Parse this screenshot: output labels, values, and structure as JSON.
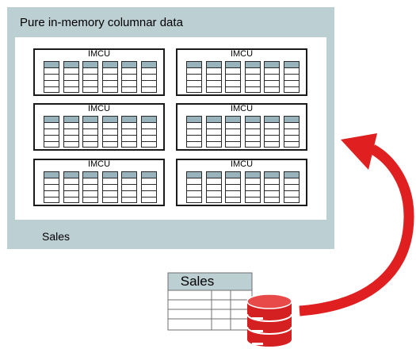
{
  "panel": {
    "title": "Pure in-memory columnar data",
    "footer_label": "Sales"
  },
  "imcus": [
    {
      "label": "IMCU"
    },
    {
      "label": "IMCU"
    },
    {
      "label": "IMCU"
    },
    {
      "label": "IMCU"
    },
    {
      "label": "IMCU"
    },
    {
      "label": "IMCU"
    }
  ],
  "source_table": {
    "title": "Sales",
    "icon": "database-icon"
  },
  "colors": {
    "panel_bg": "#bccfd3",
    "column_header": "#99b3bd",
    "arrow_red": "#e02020",
    "db_red": "#d42020"
  }
}
